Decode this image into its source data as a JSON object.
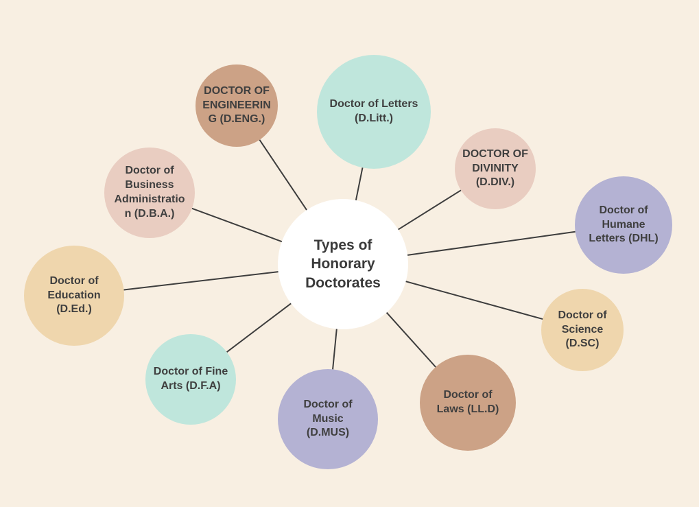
{
  "center": {
    "label": "Types of\nHonorary\nDoctorates",
    "color": "#ffffff"
  },
  "nodes": [
    {
      "id": "dlitt",
      "label": "Doctor of Letters\n(D.Litt.)",
      "color": "#bfe6dc"
    },
    {
      "id": "ddiv",
      "label": "DOCTOR OF\nDIVINITY\n(D.DIV.)",
      "color": "#e9cdc1"
    },
    {
      "id": "dhl",
      "label": "Doctor of\nHumane\nLetters (DHL)",
      "color": "#b4b2d3"
    },
    {
      "id": "dsc",
      "label": "Doctor of\nScience\n(D.SC)",
      "color": "#efd6ad"
    },
    {
      "id": "lld",
      "label": "Doctor of\nLaws (LL.D)",
      "color": "#cca286"
    },
    {
      "id": "dmus",
      "label": "Doctor of\nMusic\n(D.MUS)",
      "color": "#b4b2d3"
    },
    {
      "id": "dfa",
      "label": "Doctor of Fine\nArts (D.F.A)",
      "color": "#bfe6dc"
    },
    {
      "id": "ded",
      "label": "Doctor of\nEducation\n(D.Ed.)",
      "color": "#efd6ad"
    },
    {
      "id": "dba",
      "label": "Doctor of\nBusiness\nAdministratio\nn (D.B.A.)",
      "color": "#e9cdc1"
    },
    {
      "id": "deng",
      "label": "DOCTOR OF\nENGINEERIN\nG (D.ENG.)",
      "color": "#cca286"
    }
  ],
  "line_color": "#3d3d3d"
}
